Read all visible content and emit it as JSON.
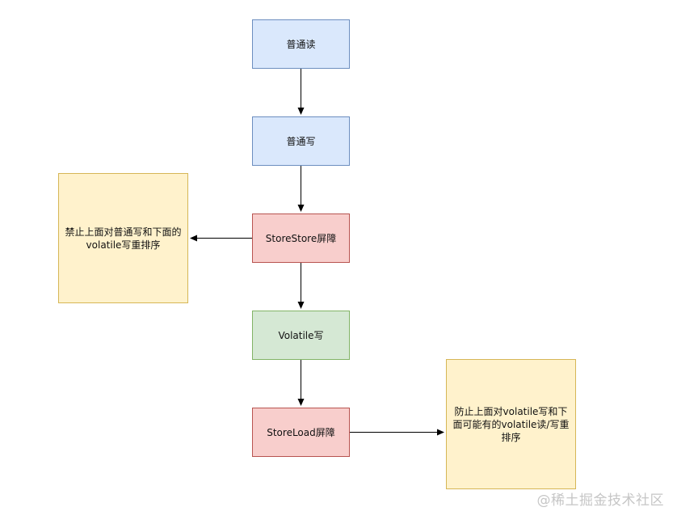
{
  "nodes": {
    "normal_read": "普通读",
    "normal_write": "普通写",
    "storestore_barrier": "StoreStore屏障",
    "volatile_write": "Volatile写",
    "storeload_barrier": "StoreLoad屏障",
    "note_storestore": "禁止上面对普通写和下面的volatile写重排序",
    "note_storeload": "防止上面对volatile写和下面可能有的volatile读/写重排序"
  },
  "colors": {
    "normal_fill": "#dae8fc",
    "barrier_fill": "#f8cecc",
    "volatile_fill": "#d5e8d4",
    "note_fill": "#fff2cc",
    "edge": "#000000"
  },
  "watermark": "@稀土掘金技术社区"
}
